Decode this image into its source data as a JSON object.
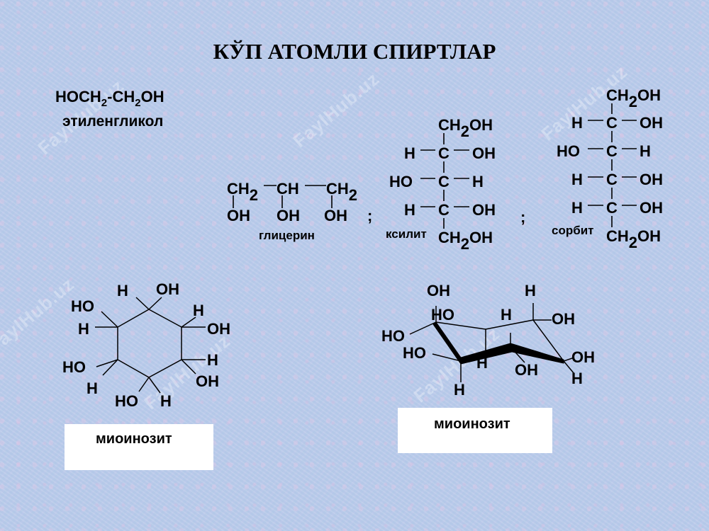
{
  "title": "КЎП АТОМЛИ СПИРТЛАР",
  "watermark": "FaylHub.uz",
  "ethylene_glycol": {
    "p1": "HOCH",
    "s1": "2",
    "p2": "-CH",
    "s2": "2",
    "p3": "OH",
    "name": "этиленгликол"
  },
  "glycerin": {
    "top": [
      "CH",
      "2",
      "CH",
      "CH",
      "2"
    ],
    "bottom": [
      "OH",
      "OH",
      "OH"
    ],
    "name": "глицерин"
  },
  "separators": [
    ";",
    ";"
  ],
  "xylitol": {
    "name": "ксилит",
    "top": [
      "CH",
      "2",
      "OH"
    ],
    "rows": [
      [
        "H",
        "C",
        "OH"
      ],
      [
        "HO",
        "C",
        "H"
      ],
      [
        "H",
        "C",
        "OH"
      ]
    ],
    "bottom": [
      "CH",
      "2",
      "OH"
    ]
  },
  "sorbitol": {
    "name": "сорбит",
    "top": [
      "CH",
      "2",
      "OH"
    ],
    "rows": [
      [
        "H",
        "C",
        "OH"
      ],
      [
        "HO",
        "C",
        "H"
      ],
      [
        "H",
        "C",
        "OH"
      ],
      [
        "H",
        "C",
        "OH"
      ]
    ],
    "bottom": [
      "CH",
      "2",
      "OH"
    ]
  },
  "myoinositol_flat": {
    "labels": [
      "H",
      "OH",
      "HO",
      "H",
      "H",
      "OH",
      "H",
      "HO",
      "H",
      "OH",
      "HO",
      "H"
    ],
    "name": "миоинозит"
  },
  "myoinositol_chair": {
    "labels": [
      "OH",
      "H",
      "HO",
      "H",
      "OH",
      "HO",
      "HO",
      "H",
      "OH",
      "OH",
      "H",
      "H"
    ],
    "name": "миоинозит"
  }
}
